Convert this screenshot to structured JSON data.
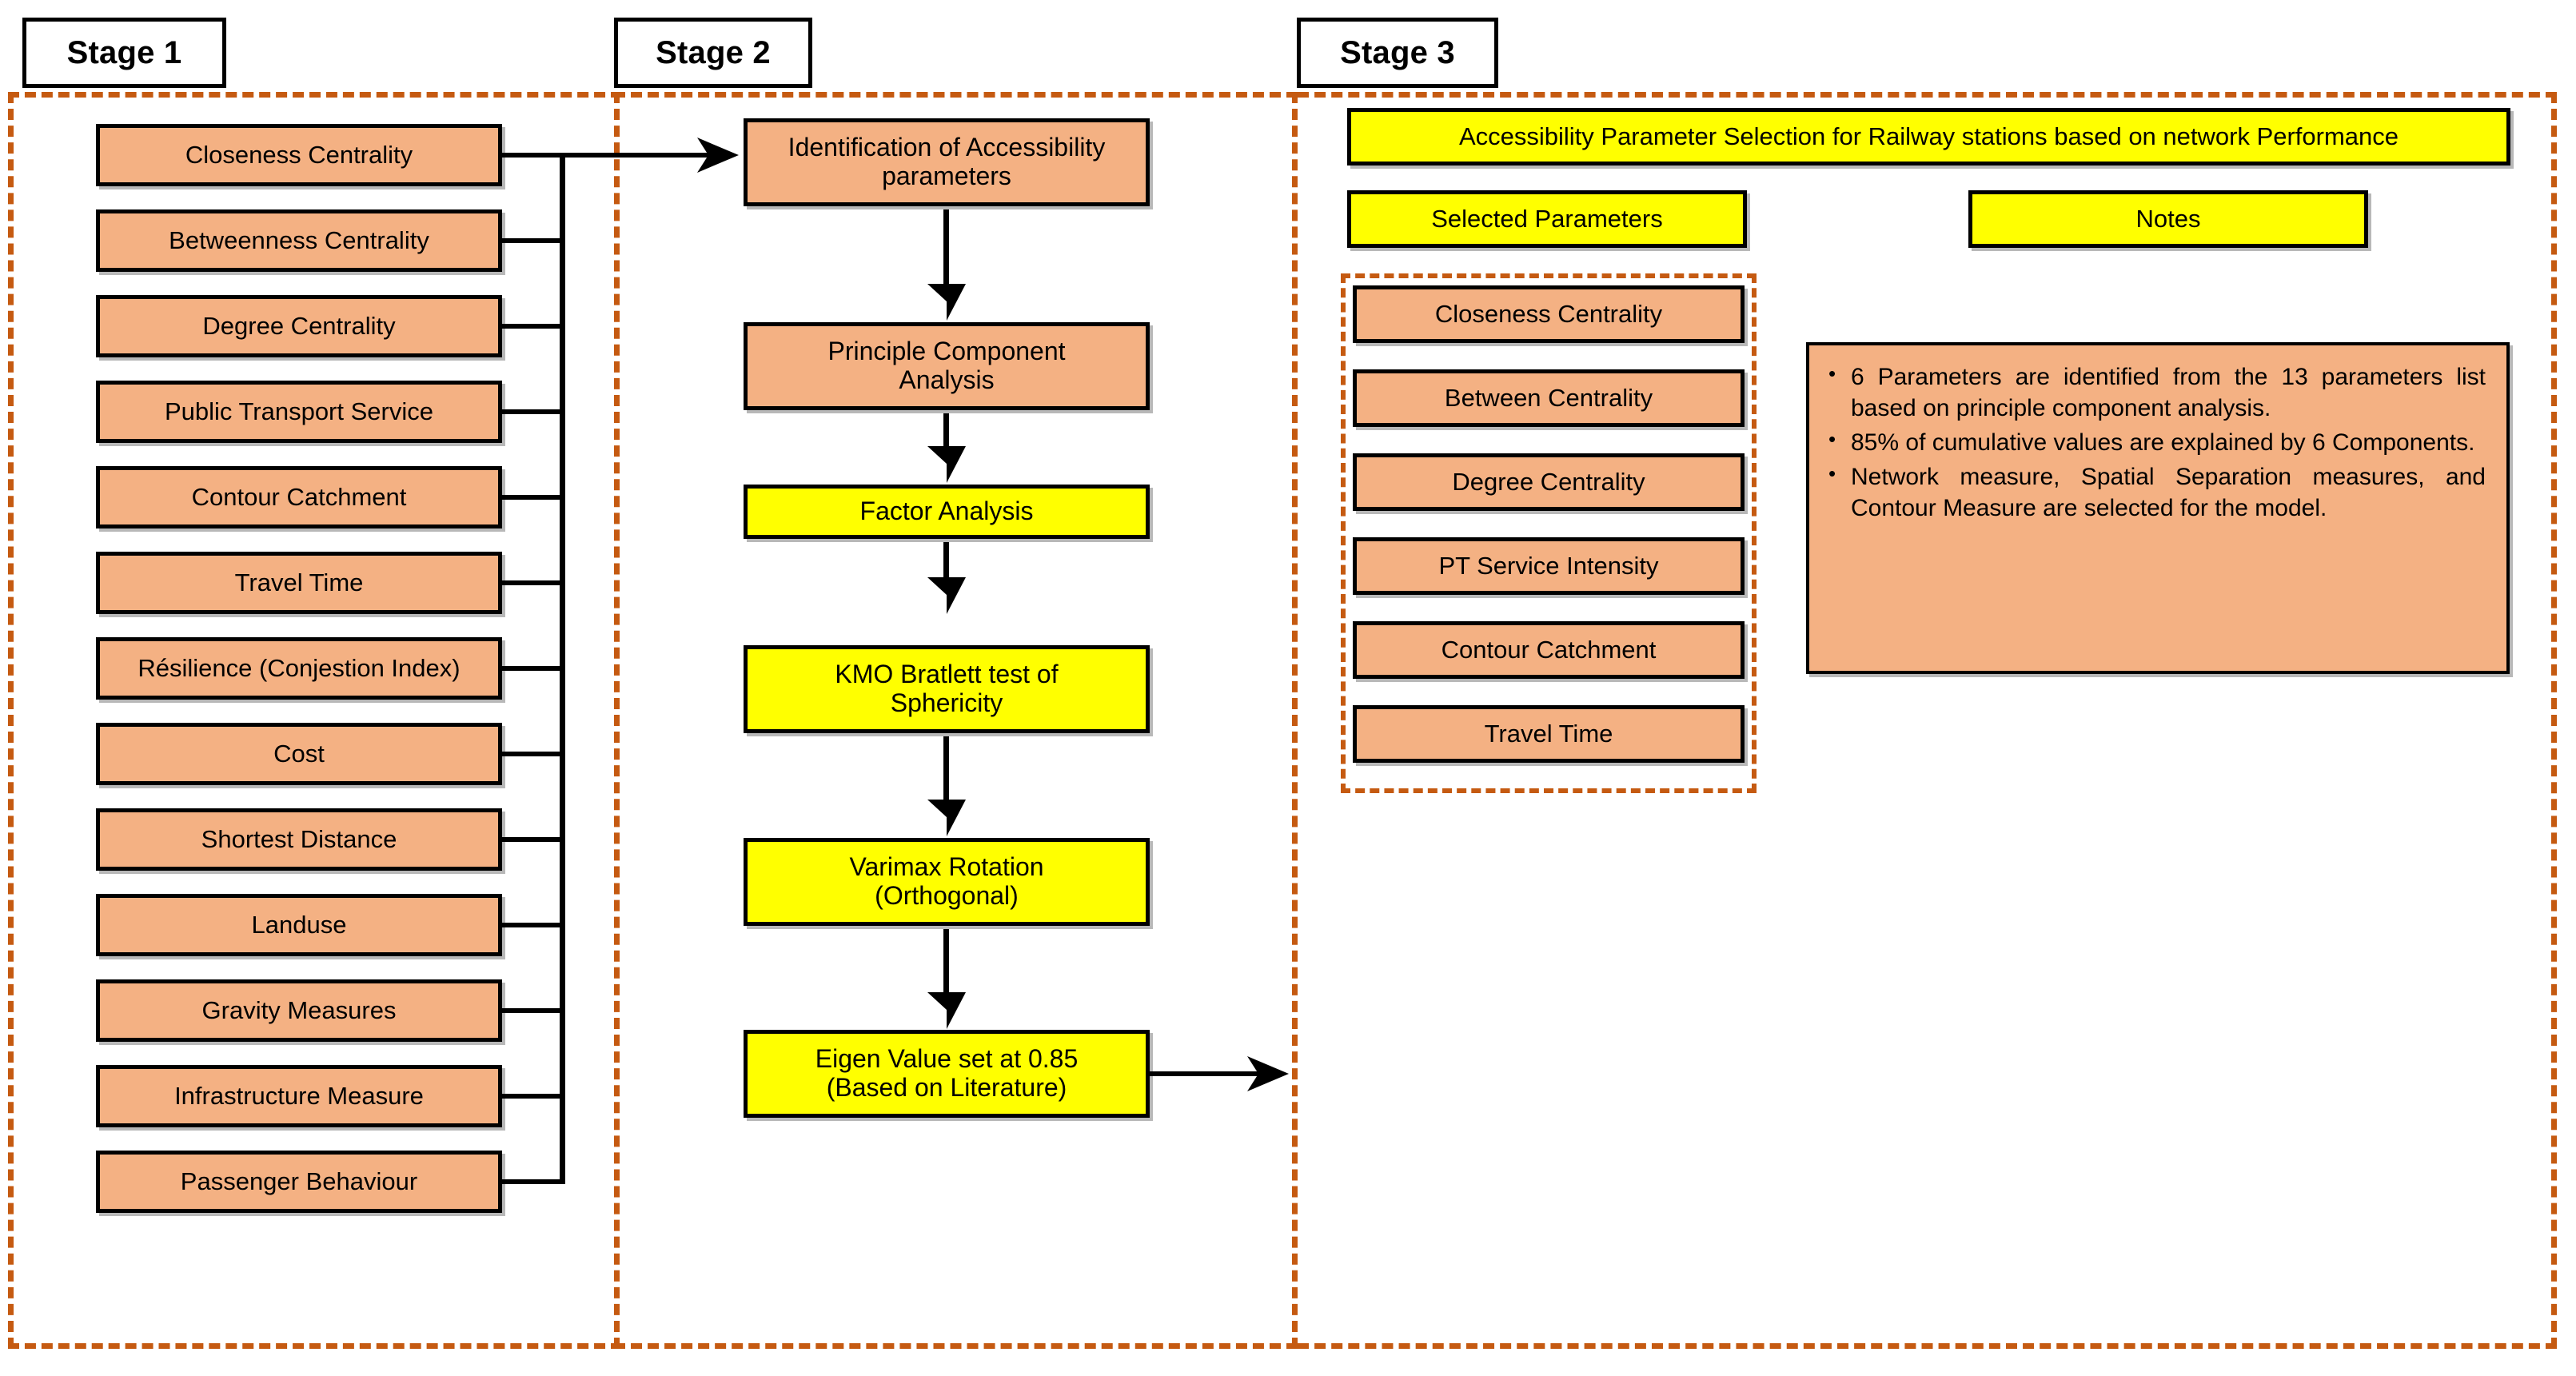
{
  "diagram": {
    "title": "Accessibility Parameter Selection Flowchart",
    "colors": {
      "orange_fill": "#F4B183",
      "yellow_fill": "#FFFF00",
      "dashed_border": "#C55A11",
      "node_border": "#000000",
      "background": "#FFFFFF"
    }
  },
  "stages": {
    "stage1": {
      "label": "Stage 1"
    },
    "stage2": {
      "label": "Stage 2"
    },
    "stage3": {
      "label": "Stage 3"
    }
  },
  "stage1": {
    "parameters": [
      {
        "label": "Closeness Centrality"
      },
      {
        "label": "Betweenness Centrality"
      },
      {
        "label": "Degree Centrality"
      },
      {
        "label": "Public Transport Service"
      },
      {
        "label": "Contour Catchment"
      },
      {
        "label": "Travel Time"
      },
      {
        "label": "Résilience (Conjestion Index)"
      },
      {
        "label": "Cost"
      },
      {
        "label": "Shortest Distance"
      },
      {
        "label": "Landuse"
      },
      {
        "label": "Gravity Measures"
      },
      {
        "label": "Infrastructure Measure"
      },
      {
        "label": "Passenger Behaviour"
      }
    ]
  },
  "stage2": {
    "steps": [
      {
        "label": "Identification of Accessibility\nparameters",
        "fill": "orange"
      },
      {
        "label": "Principle Component\nAnalysis",
        "fill": "orange"
      },
      {
        "label": "Factor Analysis",
        "fill": "yellow"
      },
      {
        "label": "KMO Bratlett test of\nSphericity",
        "fill": "yellow"
      },
      {
        "label": "Varimax Rotation\n(Orthogonal)",
        "fill": "yellow"
      },
      {
        "label": "Eigen Value set at 0.85\n(Based on Literature)",
        "fill": "yellow"
      }
    ]
  },
  "stage3": {
    "banner": "Accessibility Parameter Selection for Railway stations based on network Performance",
    "headers": {
      "selected_parameters": "Selected Parameters",
      "notes": "Notes"
    },
    "selected_parameters": [
      {
        "label": "Closeness Centrality"
      },
      {
        "label": "Between Centrality"
      },
      {
        "label": "Degree Centrality"
      },
      {
        "label": "PT Service Intensity"
      },
      {
        "label": "Contour Catchment"
      },
      {
        "label": "Travel Time"
      }
    ],
    "notes": [
      "6 Parameters are identified from the 13 parameters list based on principle component analysis.",
      "85% of cumulative values are explained by 6 Components.",
      "Network measure, Spatial Separation measures, and Contour Measure are selected for the model."
    ]
  }
}
